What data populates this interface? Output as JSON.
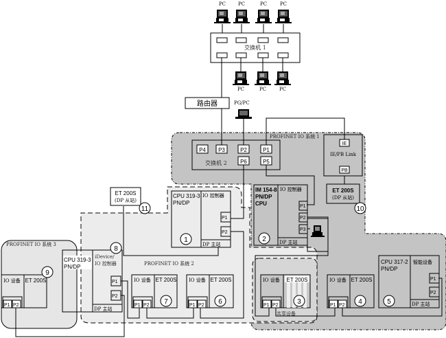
{
  "colors": {
    "system1_fill": "#c4c4c4",
    "system2_fill": "#ececec",
    "system3_fill": "#e6e6e6",
    "line": "#000000",
    "box_fill": "#ffffff"
  },
  "top_network": {
    "pc_label": "PC",
    "switch1_label": "交换机 1",
    "router_label": "路由器",
    "pgpc_label": "PG/PC"
  },
  "system1": {
    "label": "PROFINET IO 系统 1",
    "switch2": {
      "label": "交换机 2",
      "ports": [
        "P4",
        "P3",
        "P2",
        "P1",
        "P6",
        "P5"
      ]
    },
    "ie_pb_link": {
      "label": "IE/PB Link",
      "ie_port": "IE",
      "pb_port": "PB"
    },
    "et200s_dp": {
      "title": "ET 200S",
      "subtitle": "(DP 从站)",
      "number": "10"
    },
    "im154": {
      "title_lines": [
        "IM 154-8",
        "PN/DP",
        "CPU"
      ],
      "role": "IO 控制器",
      "ports": [
        "P1",
        "P2",
        "P3"
      ],
      "dp_master": "DP 主站",
      "number": "2"
    },
    "shared_device": {
      "io_label": "IO 设备",
      "title": "ET 200S",
      "ports": [
        "P1",
        "P2"
      ],
      "shared_label": "共享设备",
      "number": "3"
    },
    "device4": {
      "io_label": "IO 设备",
      "title": "ET 200S",
      "ports": [
        "P1",
        "P2"
      ],
      "number": "4"
    },
    "cpu317": {
      "title_lines": [
        "CPU 317-2",
        "PN/DP"
      ],
      "role": "智能设备",
      "ports": [
        "P1",
        "P2"
      ],
      "dp_master": "DP 主站",
      "number": "5"
    }
  },
  "system2": {
    "label": "PROFINET IO 系统 2",
    "cpu319": {
      "title_lines": [
        "CPU 319-3",
        "PN/DP"
      ],
      "role": "IO 控制器",
      "ports": [
        "P1",
        "P2"
      ],
      "dp_master": "DP 主站",
      "number": "1"
    },
    "device7": {
      "io_label": "IO 设备",
      "title": "ET 200S",
      "ports": [
        "P1",
        "P2"
      ],
      "number": "7"
    },
    "device6": {
      "io_label": "IO 设备",
      "title": "ET 200S",
      "ports": [
        "P1",
        "P2"
      ],
      "number": "6"
    }
  },
  "et200s_dp_11": {
    "title": "ET 200S",
    "subtitle": "(DP 从站)",
    "number": "11"
  },
  "idevice": {
    "title_lines": [
      "CPU 319-3",
      "PN/DP"
    ],
    "role_lines": [
      "iDevice/",
      "IO 控制器"
    ],
    "ports": [
      "P1",
      "P2"
    ],
    "dp_master": "DP 主站",
    "number": "8"
  },
  "system3": {
    "label": "PROFINET IO 系统 3",
    "device9": {
      "io_label": "IO 设备",
      "title": "ET 200S",
      "ports": [
        "P1",
        "P2"
      ],
      "number": "9"
    }
  }
}
